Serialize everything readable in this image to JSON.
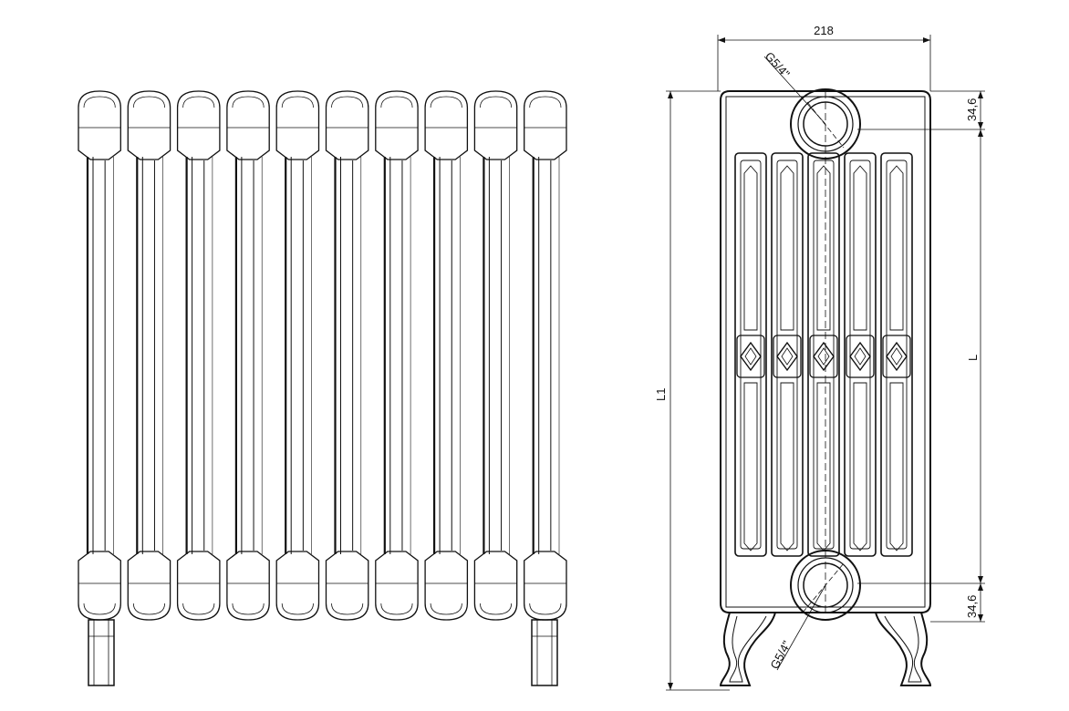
{
  "dimensions": {
    "width": "218",
    "top_offset": "34,6",
    "bottom_offset": "34,6",
    "height_axis": "L",
    "total_height": "L1",
    "thread_top": "G5/4\"",
    "thread_bottom": "G5/4\""
  },
  "front_view": {
    "section_count": 10
  },
  "side_view": {
    "column_count": 5
  },
  "colors": {
    "line": "#111111",
    "background": "#ffffff"
  }
}
